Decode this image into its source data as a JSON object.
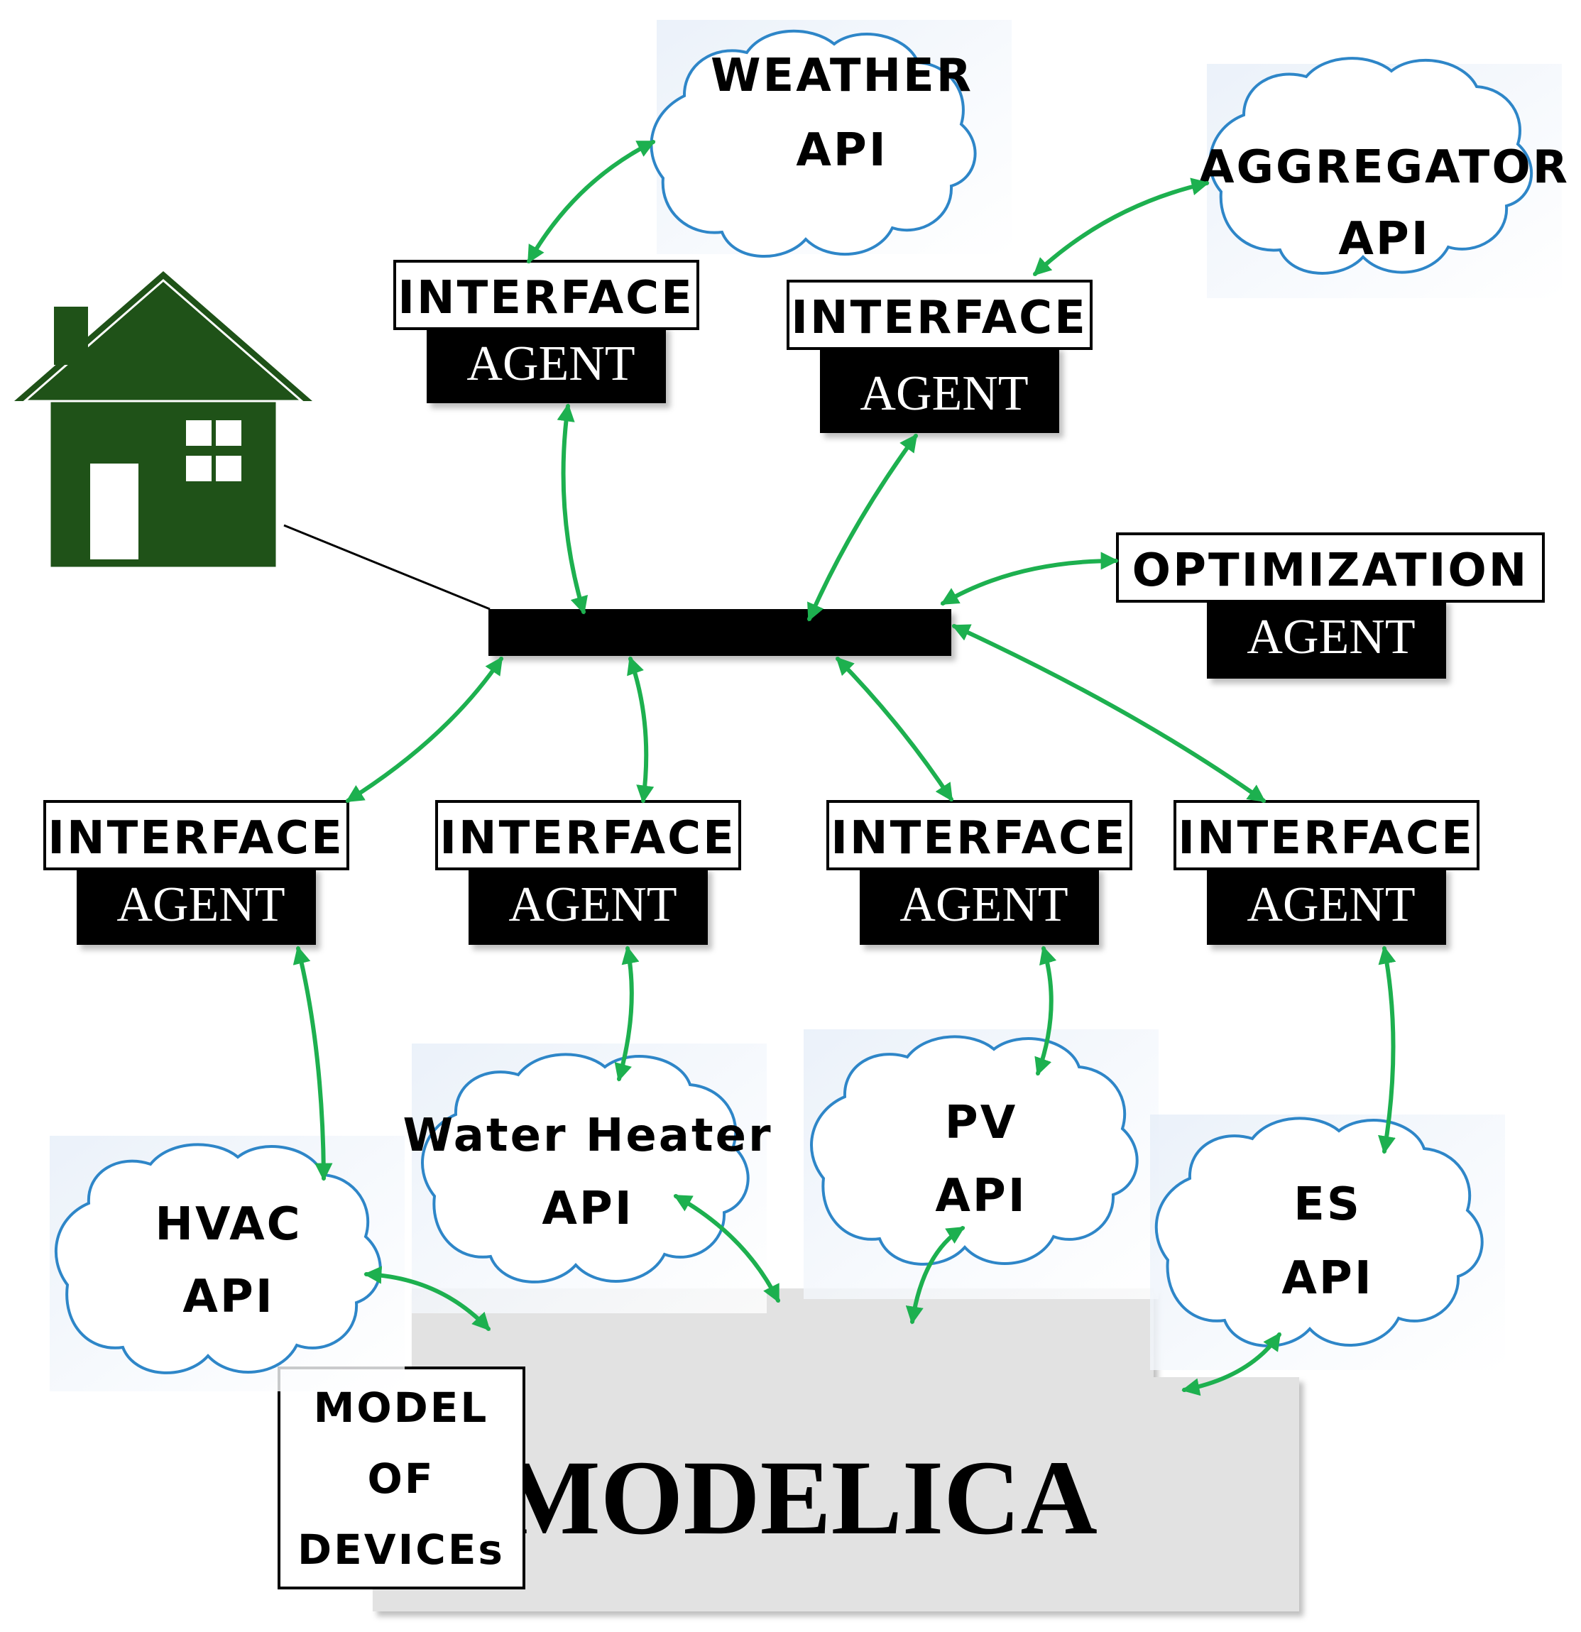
{
  "colors": {
    "arrow": "#1DB04F",
    "house": "#1F5218",
    "cloud_stroke": "#2E86C8",
    "cloud_fill": "#FFFFFF",
    "modelica_fill": "#E2E2E2",
    "agent_fill": "#000000",
    "bus_fill": "#000000"
  },
  "clouds": {
    "weather": [
      "WEATHER",
      "API"
    ],
    "aggregator": [
      "AGGREGATOR",
      "API"
    ],
    "hvac": [
      "HVAC",
      "API"
    ],
    "water_heater": [
      "Water Heater",
      "API"
    ],
    "pv": [
      "PV",
      "API"
    ],
    "es": [
      "ES",
      "API"
    ]
  },
  "agents": {
    "weather": {
      "top": "INTERFACE",
      "bottom": "AGENT"
    },
    "aggregator": {
      "top": "INTERFACE",
      "bottom": "AGENT"
    },
    "optimization": {
      "top": "OPTIMIZATION",
      "bottom": "AGENT"
    },
    "hvac": {
      "top": "INTERFACE",
      "bottom": "AGENT"
    },
    "water_heater": {
      "top": "INTERFACE",
      "bottom": "AGENT"
    },
    "pv": {
      "top": "INTERFACE",
      "bottom": "AGENT"
    },
    "es": {
      "top": "INTERFACE",
      "bottom": "AGENT"
    }
  },
  "modelica": {
    "title": "MODELICA",
    "label": [
      "MODEL",
      "OF",
      "DEVICEs"
    ]
  }
}
